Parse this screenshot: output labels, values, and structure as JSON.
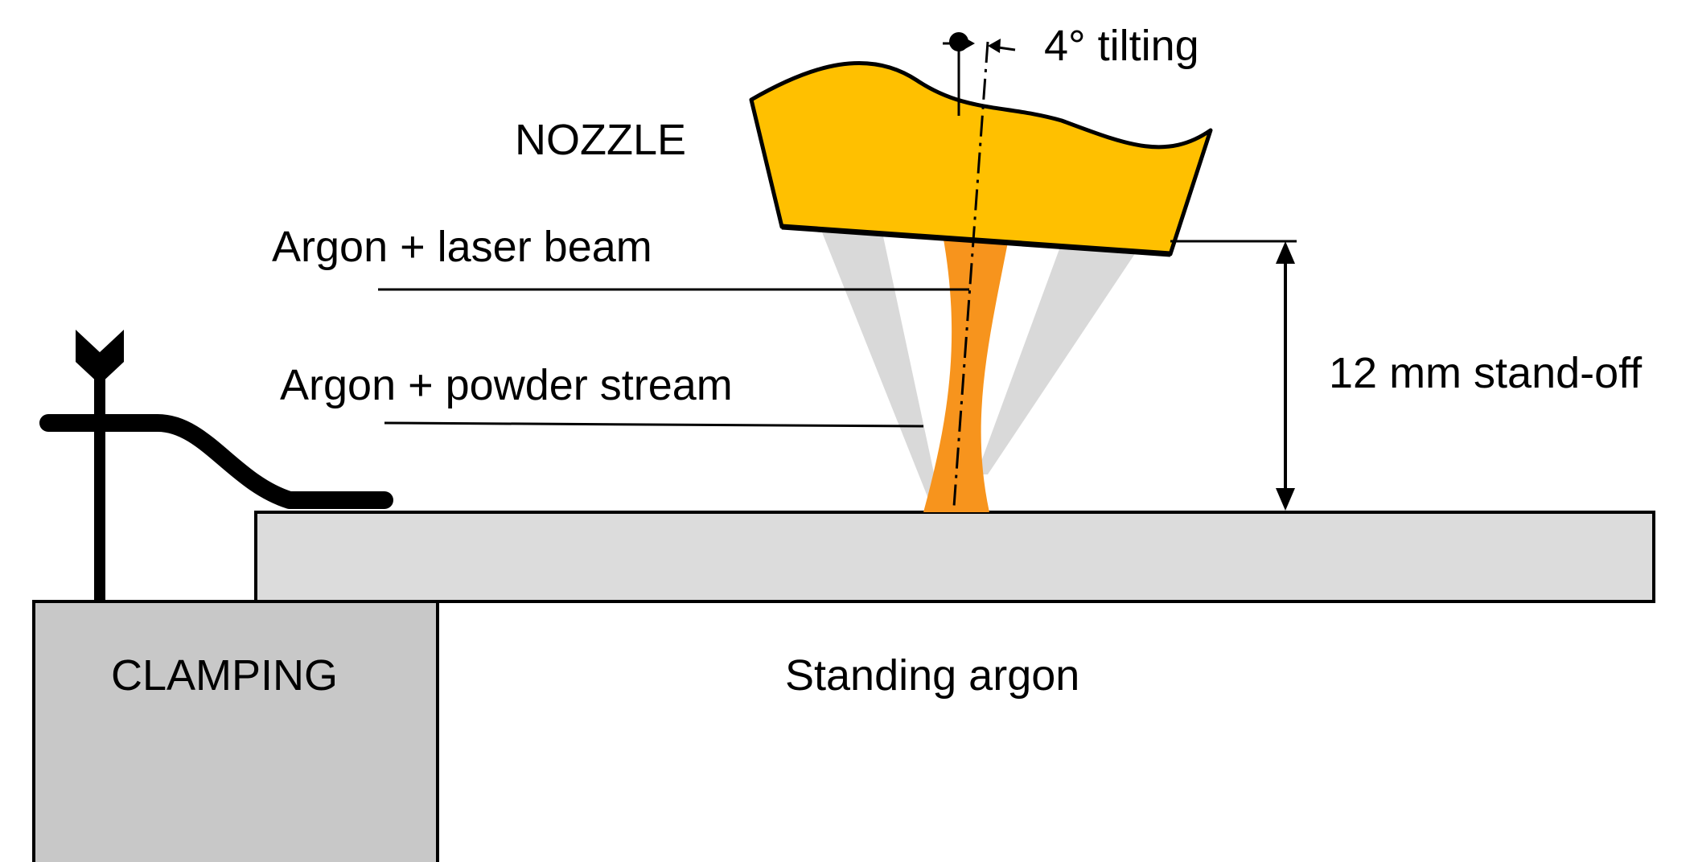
{
  "labels": {
    "tilting": "4° tilting",
    "nozzle": "NOZZLE",
    "laser_beam": "Argon + laser beam",
    "powder_stream": "Argon + powder stream",
    "standoff": "12 mm stand-off",
    "clamping": "CLAMPING",
    "standing_argon": "Standing argon"
  },
  "colors": {
    "nozzle_fill": "#FFC000",
    "beam_fill": "#F7941D",
    "powder_fill": "#D9D9D9",
    "plate_fill": "#DCDCDC",
    "clamp_fill": "#C8C8C8",
    "outline": "#000000"
  }
}
